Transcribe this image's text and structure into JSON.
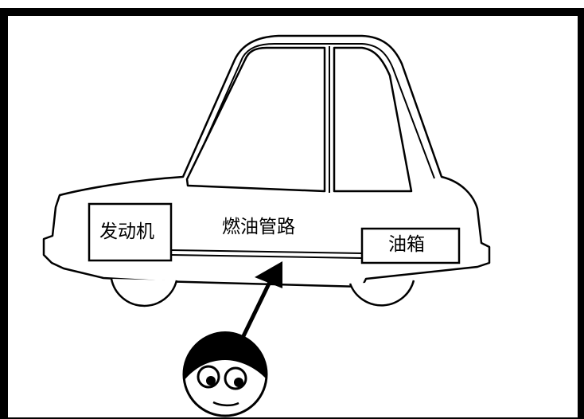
{
  "labels": {
    "engine": "发动机",
    "fuel_line": "燃油管路",
    "fuel_tank": "油箱"
  },
  "colors": {
    "stroke": "#000000",
    "background": "#ffffff"
  }
}
